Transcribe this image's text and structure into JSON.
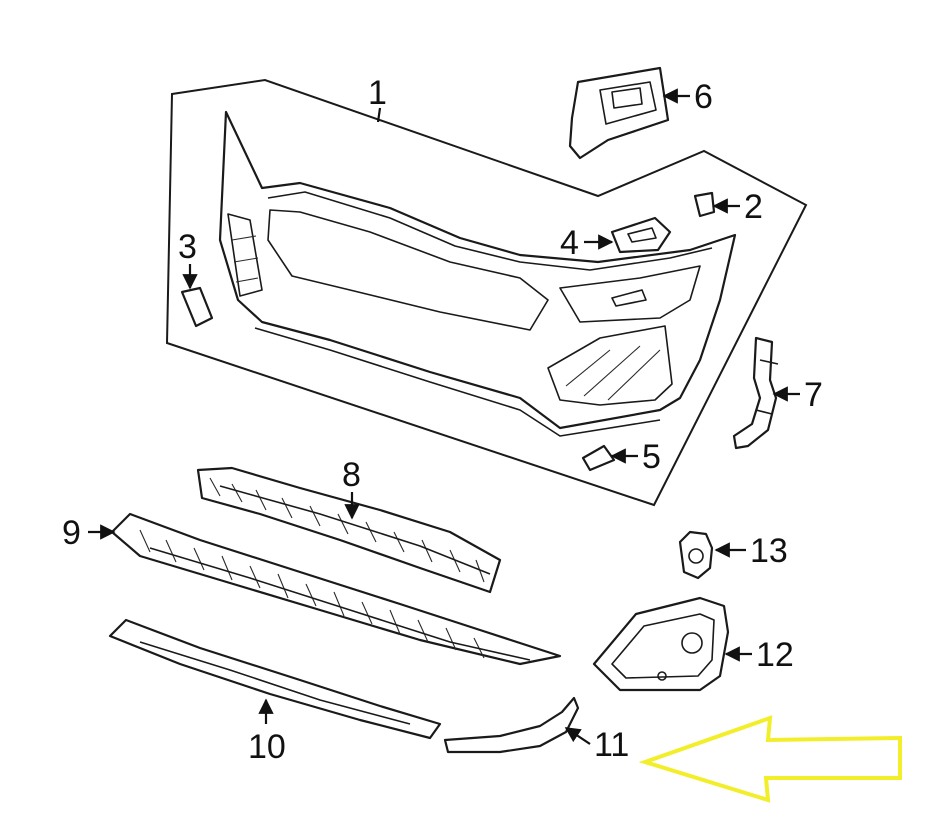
{
  "callouts": {
    "c1": "1",
    "c2": "2",
    "c3": "3",
    "c4": "4",
    "c5": "5",
    "c6": "6",
    "c7": "7",
    "c8": "8",
    "c9": "9",
    "c10": "10",
    "c11": "11",
    "c12": "12",
    "c13": "13"
  },
  "colors": {
    "line": "#1a1a1a",
    "highlight_arrow": "#f2ee2a",
    "background": "#ffffff"
  },
  "highlight": {
    "target_part": "11",
    "shape": "hollow-arrow"
  }
}
